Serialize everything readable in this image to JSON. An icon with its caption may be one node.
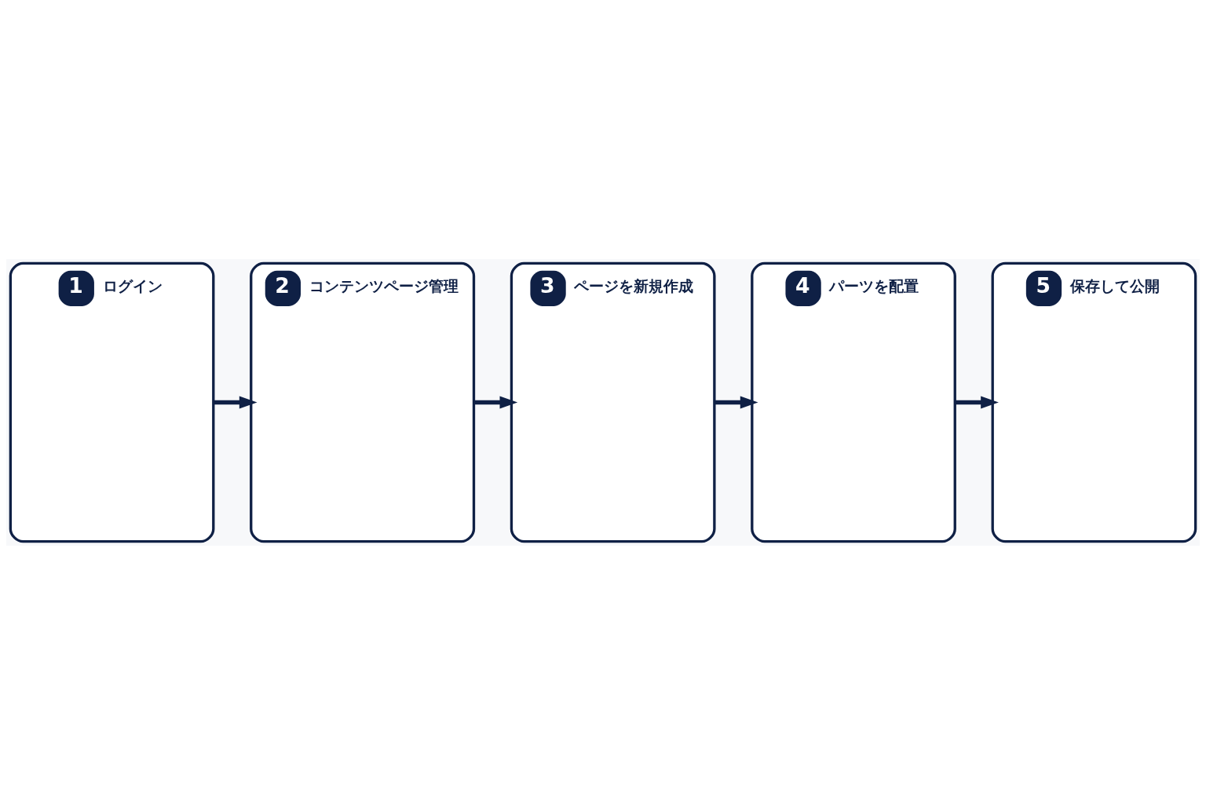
{
  "diagram": {
    "nodes": [
      {
        "text": [
          "1",
          "ログイン"
        ]
      },
      {
        "text": [
          "2",
          "コンテンツページ管理"
        ]
      },
      {
        "text": [
          "3",
          "ページを新規作成"
        ]
      },
      {
        "text": [
          "4",
          "パーツを配置"
        ]
      },
      {
        "text": [
          "5",
          "保存して公開"
        ]
      }
    ],
    "edges": [
      {
        "from": 0,
        "to": 1,
        "arrow": "to"
      },
      {
        "from": 1,
        "to": 2,
        "arrow": "to"
      },
      {
        "from": 2,
        "to": 3,
        "arrow": "to"
      },
      {
        "from": 3,
        "to": 4,
        "arrow": "to"
      }
    ]
  }
}
